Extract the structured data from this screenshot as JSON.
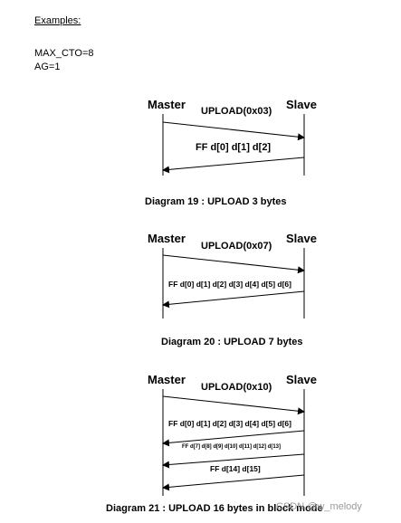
{
  "intro": {
    "heading": "Examples:",
    "param1": "MAX_CTO=8",
    "param2": "AG=1"
  },
  "diagrams": [
    {
      "master": "Master",
      "slave": "Slave",
      "request": "UPLOAD(0x03)",
      "responses": [
        "FF d[0] d[1] d[2]"
      ],
      "caption": "Diagram 19 : UPLOAD 3 bytes"
    },
    {
      "master": "Master",
      "slave": "Slave",
      "request": "UPLOAD(0x07)",
      "responses": [
        "FF d[0] d[1] d[2] d[3] d[4] d[5] d[6]"
      ],
      "caption": "Diagram 20 : UPLOAD 7 bytes"
    },
    {
      "master": "Master",
      "slave": "Slave",
      "request": "UPLOAD(0x10)",
      "responses": [
        "FF d[0] d[1] d[2] d[3] d[4] d[5] d[6]",
        "FF d[7] d[8] d[9] d[10] d[11] d[12] d[13]",
        "FF d[14] d[15]"
      ],
      "caption": "Diagram 21 : UPLOAD 16 bytes in block mode"
    }
  ],
  "watermark": "CSDN @w_melody"
}
